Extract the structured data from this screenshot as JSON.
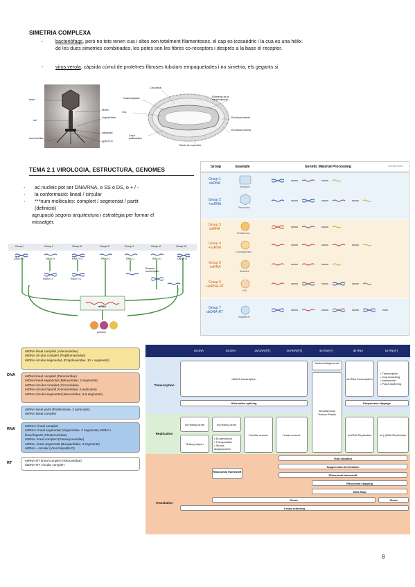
{
  "section1": {
    "title": "SIMETRIA COMPLEXA",
    "b1_link": "bacteriòfags",
    "b1_text": ", però no tots tenen cua  i altes son totalment filamentosos. el cap es icosaèdric i la cua es una hèlix.",
    "b1_text2": "de les dues simetries combinades. les potes son les fibres co-receptors i després a la base el receptor.",
    "b2_link": "virus verola",
    "b2_text": ", càpsida cúmul de proteïnes fibroses tubulars empaquetades i no simetria, els gegants si"
  },
  "phage_labels": [
    "head",
    "tail",
    "short tail fiber",
    "fibritin",
    "long tail fiber",
    "baseplate",
    "gp(5-27)3"
  ],
  "pox_labels": [
    "Cos",
    "Nucleocàpside",
    "Cos lateral",
    "Filaments de la nucleocàpside",
    "Envoltura interna",
    "Envoltura externa",
    "Túbuls de superfície",
    "Capa pallissàdica"
  ],
  "section2": {
    "title": "TEMA 2.1 VIROLOGIA, ESTRUCTURA, GENOMES",
    "bullets": [
      "ac nucleic pot ser DNA/RNA, o SS o DS, o + / -",
      "la conformació: lineal / circular",
      "***num molècules: complert / segmentat / partit"
    ],
    "cont1": "(definició)",
    "cont2": "agrupació segons arquitectura i estratègia per formar el",
    "cont3": "missatger."
  },
  "baltimore": {
    "groups": [
      "Group I",
      "Group II",
      "Group III",
      "Group IV",
      "Group V",
      "Group VI",
      "Group VII"
    ],
    "types": [
      "DNA (+/-)",
      "DNA (+)",
      "RNA (+/-)",
      "RNA(+)",
      "RNA (-)",
      "RNA (+)",
      "DNA(+/-)"
    ],
    "labels": [
      "DNA(+/-)",
      "RNA (+/-)",
      "mRNA",
      "Reverse transcription",
      "proteins"
    ]
  },
  "group_table": {
    "headers": [
      "Group",
      "Example",
      "Genetic Material Processing"
    ],
    "brand": "microbenotes",
    "rows": [
      {
        "g": "Group 1",
        "t": "dsDNA",
        "ex": "Smallpox"
      },
      {
        "g": "Group 2",
        "t": "+ssDNA",
        "ex": "Parvovirus"
      },
      {
        "g": "Group 3",
        "t": "dsRNA",
        "ex": "Rotaviruses"
      },
      {
        "g": "Group 4",
        "t": "+ssRNA",
        "ex": "Coronaviruses"
      },
      {
        "g": "Group 5",
        "t": "-ssRNA",
        "ex": "Measles"
      },
      {
        "g": "Group 6",
        "t": "+ssRNA-RT",
        "ex": "HIV"
      },
      {
        "g": "Group 7",
        "t": "dsDNA-RT",
        "ex": "hepatitis B"
      }
    ]
  },
  "genome_table": {
    "cats": [
      "DNA",
      "RNA",
      "RT"
    ],
    "box1": [
      "dsDNA lineal complert (Adenoviridae)",
      "dsDNA circular complert (Papillomaviridae)",
      "dsDNA circular segmentat, (Polydnaviridae, 10 + segments)"
    ],
    "box2": [
      "ssDNA lineal complert (Parvoviridae)",
      "ssDNA lineal segmentat (Bidnaviridae, 2 segments)",
      "ssDNA circular complert (Circoviridae)",
      "ssDNA circular bipartit (Geminiviridae, 2 particules)",
      "ssDNA circular segmentat (Nanoviridae, 6-8 segments)"
    ],
    "box3": [
      "dsRNA lineal partit (Partitiviridae, 2 particules)",
      "dsRNA lineal complert"
    ],
    "box4": [
      "ssRNA+ lineal complert",
      "ssRNA+ lineal segmentat (Virgaviridae, 3 segments) ssRNA+",
      "lineal bipartit (Closteroviridae)",
      "ssRNA- lineal complert (Paramyxoviridae)",
      "ssRNA- lineal segmentat (Bunyaviridae, 3 segments)",
      "ssRNA – circular (Virus hepatitis D)"
    ],
    "box5": [
      "ssRNA-RT lineal complert (Retroviridae)",
      "dsDNA-RT circular complert"
    ]
  },
  "matrix": {
    "cols": [
      "ss DNA",
      "ds DNA",
      "ds DNA(RT)",
      "ss RNA(RT)",
      "ss RNA(+)",
      "ds RNA",
      "ss RNA(-)"
    ],
    "rows": [
      "Transcription",
      "Replication",
      "Translation"
    ],
    "cells": {
      "dsdna_tx": "dsDNA transcription",
      "nested": "Nested subgenomic",
      "dsrna_tx": "ds RNA Transcription",
      "ssneg_list": [
        "• Transcription",
        "• Cap-snatching",
        "• Ambisense",
        "• PolyA stuttering"
      ],
      "alt_splice": "Alternative splicing",
      "poly_slip": "Polymerase slippage",
      "simul": "Simultaneous Transcr./Replic",
      "ss_rolling": "ss Rolling circle",
      "ds_rolling": "ds Rolling circle",
      "circ_rev": "Circular reverse",
      "lin_rev": "Linear reverse",
      "dsrna_rep": "ds RNA Replication",
      "ssneg_rep": "ss (-)RNA Replication",
      "roll_hair": "Rolling hairpin",
      "bidir": [
        "• Bi-directional",
        "• Transposition",
        "• Strand-displacement"
      ],
      "viral_init": "Viral initiation",
      "supp_term": "Suppression termination",
      "ribo_fs_a": "Ribosomal frameshift",
      "ribo_fs_b": "Ribosomal frameshift",
      "ribo_skip": "Ribosomal skipping",
      "start_stop": "Start-Stop",
      "shunt_a": "Shunt",
      "shunt_b": "Shunt",
      "leaky": "Leaky scanning"
    }
  },
  "page_number": "8",
  "colors": {
    "blue": "#1f5aa6",
    "orange": "#c7641b",
    "yellow": "#f7e39a",
    "salmon": "#f5c6a5",
    "lightblue": "#bcd7f2",
    "green": "#d8ecd2",
    "peach": "#f6c9a9",
    "navy": "#1b2b6b"
  }
}
